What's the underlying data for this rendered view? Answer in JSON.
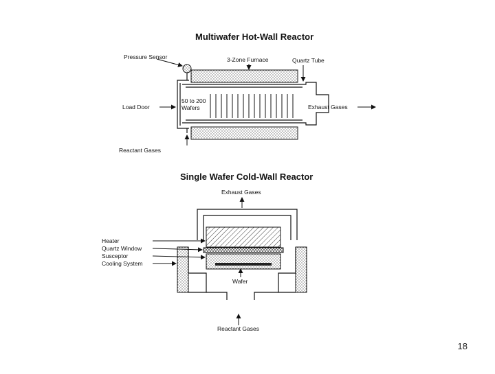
{
  "hot_wall": {
    "title": "Multiwafer Hot-Wall Reactor",
    "labels": {
      "pressure_sensor": "Pressure Sensor",
      "furnace": "3-Zone Furnace",
      "quartz_tube": "Quartz Tube",
      "load_door": "Load Door",
      "wafers_line1": "50 to 200",
      "wafers_line2": "Wafers",
      "exhaust_gases": "Exhaust Gases",
      "reactant_gases": "Reactant Gases"
    }
  },
  "cold_wall": {
    "title": "Single Wafer Cold-Wall Reactor",
    "labels": {
      "exhaust_gases": "Exhaust Gases",
      "heater": "Heater",
      "quartz_window": "Quartz Window",
      "susceptor": "Susceptor",
      "cooling_system": "Cooling System",
      "wafer": "Wafer",
      "reactant_gases": "Reactant Gases"
    }
  },
  "page_number": "18"
}
